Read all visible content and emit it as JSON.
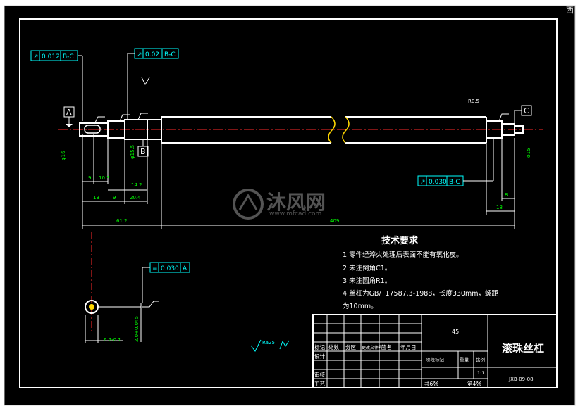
{
  "corner_label": "西",
  "datums": {
    "a": "A",
    "b": "B",
    "c": "C"
  },
  "tolerances": {
    "t1_sym": "↗",
    "t1_val": "0.012",
    "t1_ref": "B-C",
    "t2_sym": "↗",
    "t2_val": "0.02",
    "t2_ref": "B-C",
    "t3_sym": "↗",
    "t3_val": "0.030",
    "t3_ref": "B-C",
    "t4_sym": "≡",
    "t4_val": "0.030",
    "t4_ref": "A"
  },
  "dimensions": {
    "d9": "9",
    "d10_3": "10.3",
    "d13": "13",
    "d9b": "9",
    "d14_2": "14.2",
    "d20_4": "20.4",
    "d61_2": "61.2",
    "d409": "409",
    "d8": "8",
    "d18": "18",
    "r0_5": "R0.5",
    "key_w": "6.7-0.1",
    "key_d": "2.0+0.045",
    "dia_left": "φ16",
    "dia_mid": "φ15.5",
    "dia_right": "φ15"
  },
  "roughness": {
    "ra": "Ra25"
  },
  "requirements": {
    "title": "技术要求",
    "item1": "1.零件经淬火处理后表面不能有氧化皮。",
    "item2": "2.未注倒角C1。",
    "item3": "3.未注圆角R1。",
    "item4": "4.丝杠为GB/T17587.3-1988，长度330mm，螺距",
    "item4b": "为10mm。"
  },
  "title_block": {
    "material": "45",
    "part_name": "滚珠丝杠",
    "mark": "标记",
    "count": "处数",
    "zone": "分区",
    "change_doc": "更改文件号",
    "sign": "签名",
    "date": "年月日",
    "design": "设计",
    "check": "审核",
    "process": "工艺",
    "stage_mark": "阶段标记",
    "weight": "重量",
    "scale": "比例",
    "scale_value": "1:1",
    "total_sheets": "共6张",
    "sheet_no": "第4张",
    "drawing_no": "JXB-09-08"
  },
  "watermark": {
    "name": "沐风网",
    "url": "www.mfcad.com"
  }
}
